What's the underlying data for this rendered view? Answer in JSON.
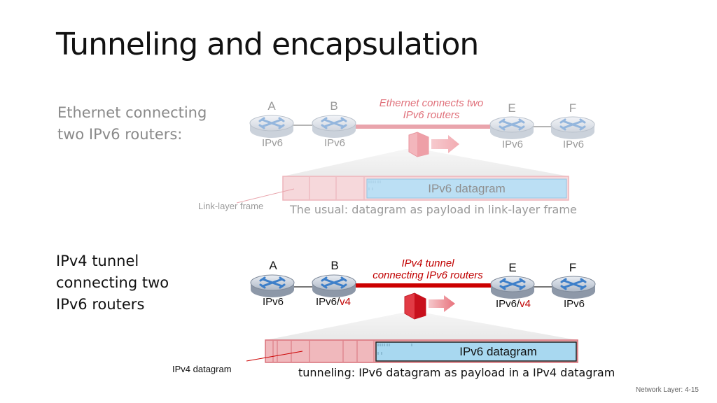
{
  "slide": {
    "title": "Tunneling and encapsulation",
    "footer": "Network Layer: 4-15"
  },
  "section_ethernet": {
    "label_line1": "Ethernet connecting",
    "label_line2": "two IPv6 routers:",
    "link_label_line1": "Ethernet connects two",
    "link_label_line2": "IPv6 routers",
    "nodes": [
      {
        "name": "A",
        "ip": "IPv6"
      },
      {
        "name": "B",
        "ip": "IPv6"
      },
      {
        "name": "E",
        "ip": "IPv6"
      },
      {
        "name": "F",
        "ip": "IPv6"
      }
    ],
    "payload_label": "IPv6 datagram",
    "frame_label": "Link-layer frame",
    "caption": "The usual: datagram as payload in link-layer frame",
    "colors": {
      "link": "#e8a0a8",
      "payload": "#b8def4",
      "frame": "#f6d6da"
    }
  },
  "section_tunnel": {
    "label_line1": "IPv4 tunnel",
    "label_line2": "connecting two",
    "label_line3": "IPv6 routers",
    "link_label_line1": "IPv4 tunnel",
    "link_label_line2": "connecting IPv6 routers",
    "nodes": [
      {
        "name": "A",
        "ip": "IPv6",
        "ip_suffix": ""
      },
      {
        "name": "B",
        "ip": "IPv6/",
        "ip_suffix": "v4"
      },
      {
        "name": "E",
        "ip": "IPv6/",
        "ip_suffix": "v4"
      },
      {
        "name": "F",
        "ip": "IPv6",
        "ip_suffix": ""
      }
    ],
    "payload_label": "IPv6 datagram",
    "frame_label": "IPv4 datagram",
    "caption": "tunneling: IPv6 datagram as payload in a IPv4 datagram",
    "colors": {
      "link": "#cc0000",
      "payload": "#a8d8f0",
      "frame": "#f0b8bc"
    }
  }
}
